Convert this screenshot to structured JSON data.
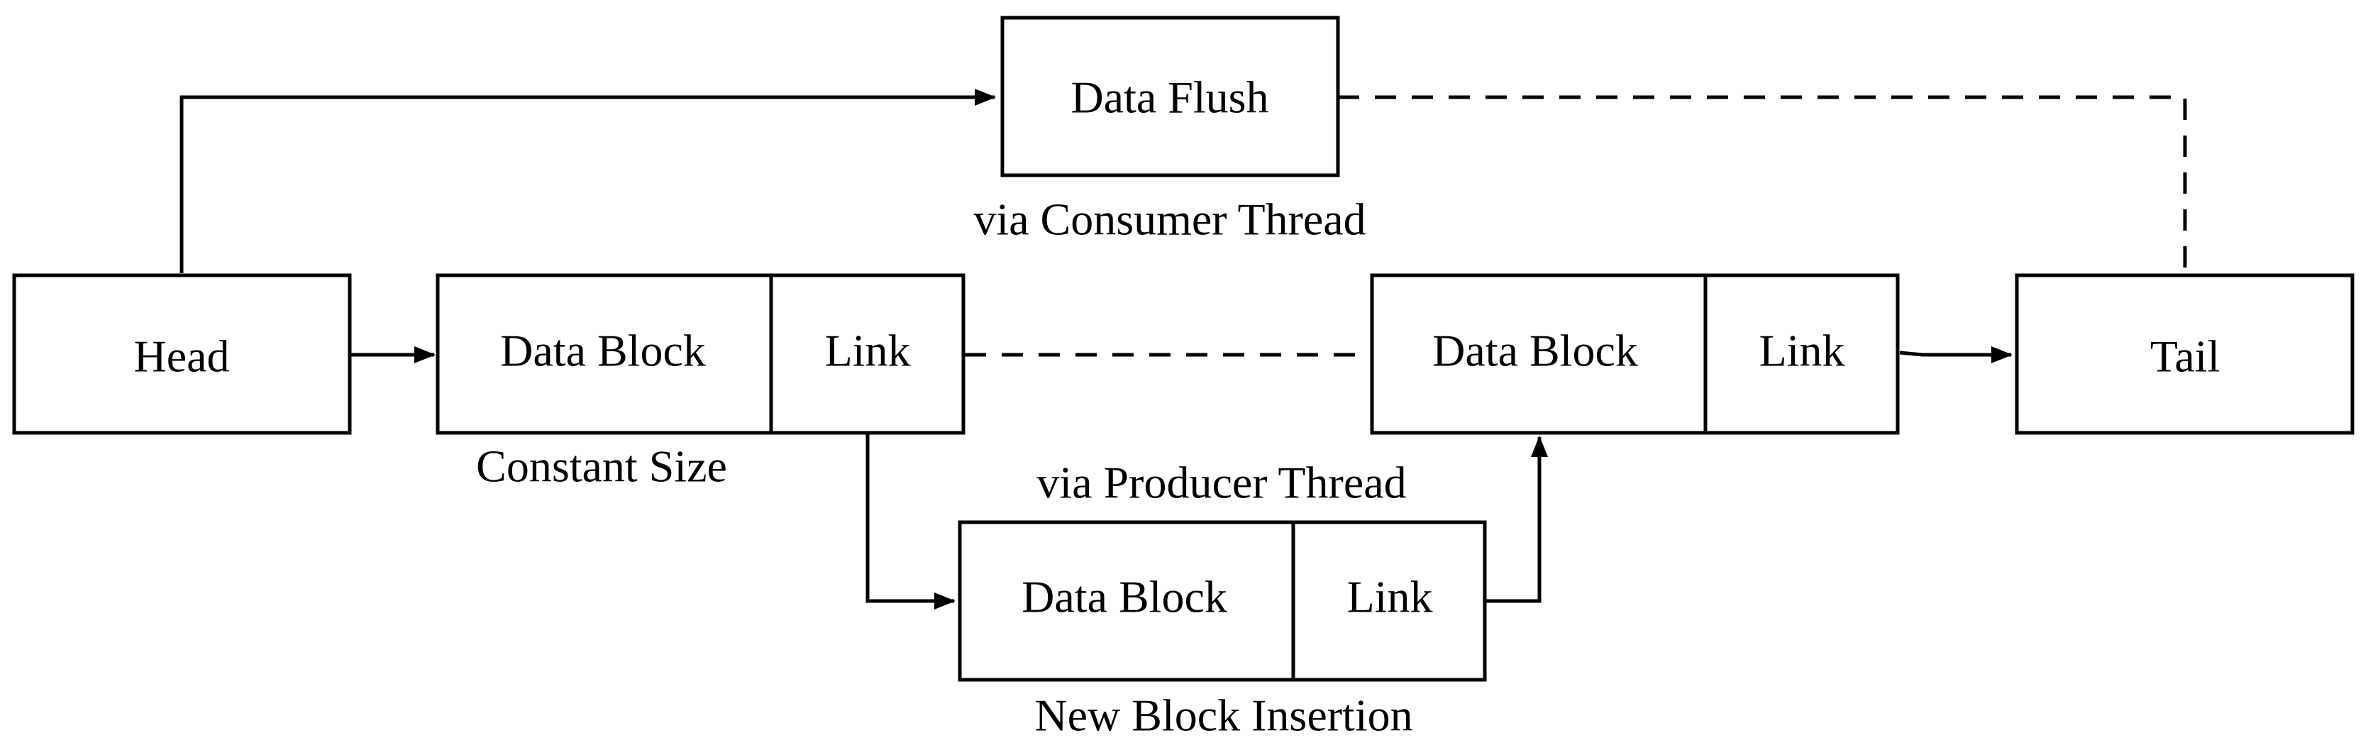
{
  "nodes": {
    "head": "Head",
    "tail": "Tail",
    "data_flush": "Data Flush",
    "block1": {
      "data": "Data Block",
      "link": "Link"
    },
    "block2": {
      "data": "Data Block",
      "link": "Link"
    },
    "block_new": {
      "data": "Data Block",
      "link": "Link"
    }
  },
  "annotations": {
    "consumer": "via Consumer Thread",
    "constant_size": "Constant Size",
    "producer": "via Producer Thread",
    "insertion": "New Block Insertion"
  }
}
